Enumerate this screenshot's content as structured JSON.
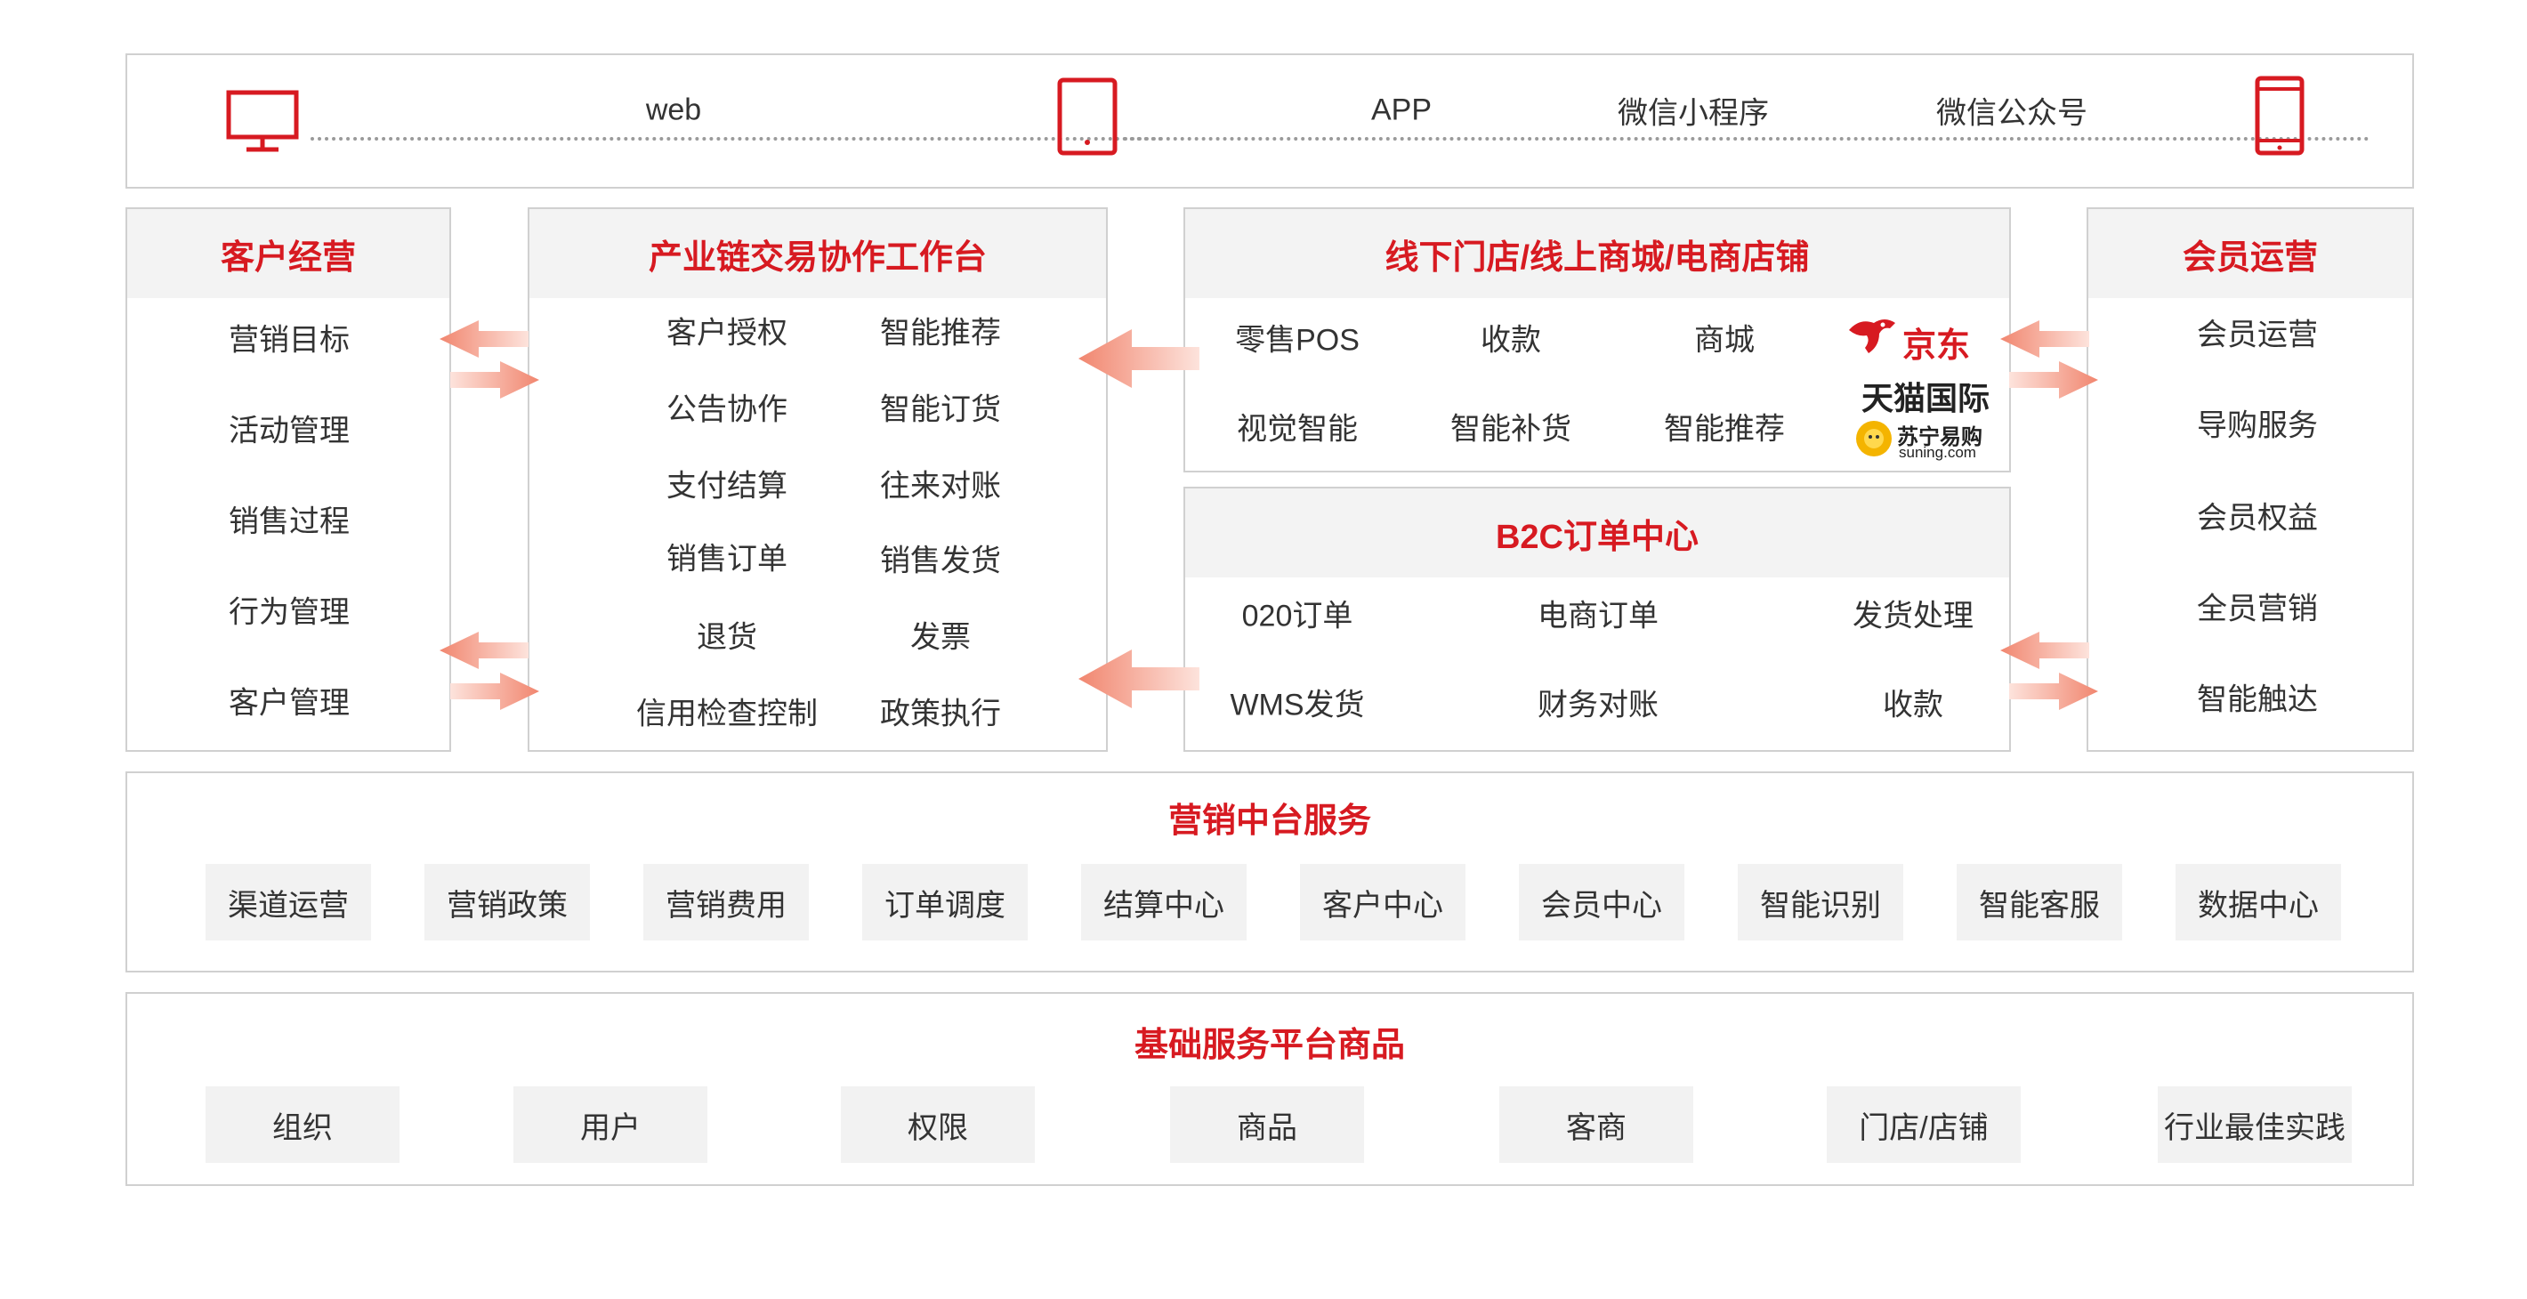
{
  "top_bar": {
    "web": "web",
    "app": "APP",
    "mini_program": "微信小程序",
    "official_account": "微信公众号"
  },
  "customer": {
    "title": "客户经营",
    "items": [
      "营销目标",
      "活动管理",
      "销售过程",
      "行为管理",
      "客户管理"
    ]
  },
  "workbench": {
    "title": "产业链交易协作工作台",
    "left": [
      "客户授权",
      "公告协作",
      "支付结算",
      "销售订单",
      "退货",
      "信用检查控制"
    ],
    "right": [
      "智能推荐",
      "智能订货",
      "往来对账",
      "销售发货",
      "发票",
      "政策执行"
    ]
  },
  "stores": {
    "title": "线下门店/线上商城/电商店铺",
    "row1": [
      "零售POS",
      "收款",
      "商城"
    ],
    "row2": [
      "视觉智能",
      "智能补货",
      "智能推荐"
    ],
    "logos": {
      "jd": "京东",
      "tmall": "天猫国际",
      "suning": "苏宁易购",
      "suning_sub": "suning.com"
    }
  },
  "b2c": {
    "title": "B2C订单中心",
    "row1": [
      "020订单",
      "电商订单",
      "发货处理"
    ],
    "row2": [
      "WMS发货",
      "财务对账",
      "收款"
    ]
  },
  "member": {
    "title": "会员运营",
    "items": [
      "会员运营",
      "导购服务",
      "会员权益",
      "全员营销",
      "智能触达"
    ]
  },
  "marketing": {
    "title": "营销中台服务",
    "items": [
      "渠道运营",
      "营销政策",
      "营销费用",
      "订单调度",
      "结算中心",
      "客户中心",
      "会员中心",
      "智能识别",
      "智能客服",
      "数据中心"
    ]
  },
  "foundation": {
    "title": "基础服务平台商品",
    "items": [
      "组织",
      "用户",
      "权限",
      "商品",
      "客商",
      "门店/店铺",
      "行业最佳实践"
    ]
  },
  "colors": {
    "accent": "#d71a21",
    "border": "#d0d0d0",
    "chip": "#f2f2f2",
    "arrow": "#f39a87"
  }
}
